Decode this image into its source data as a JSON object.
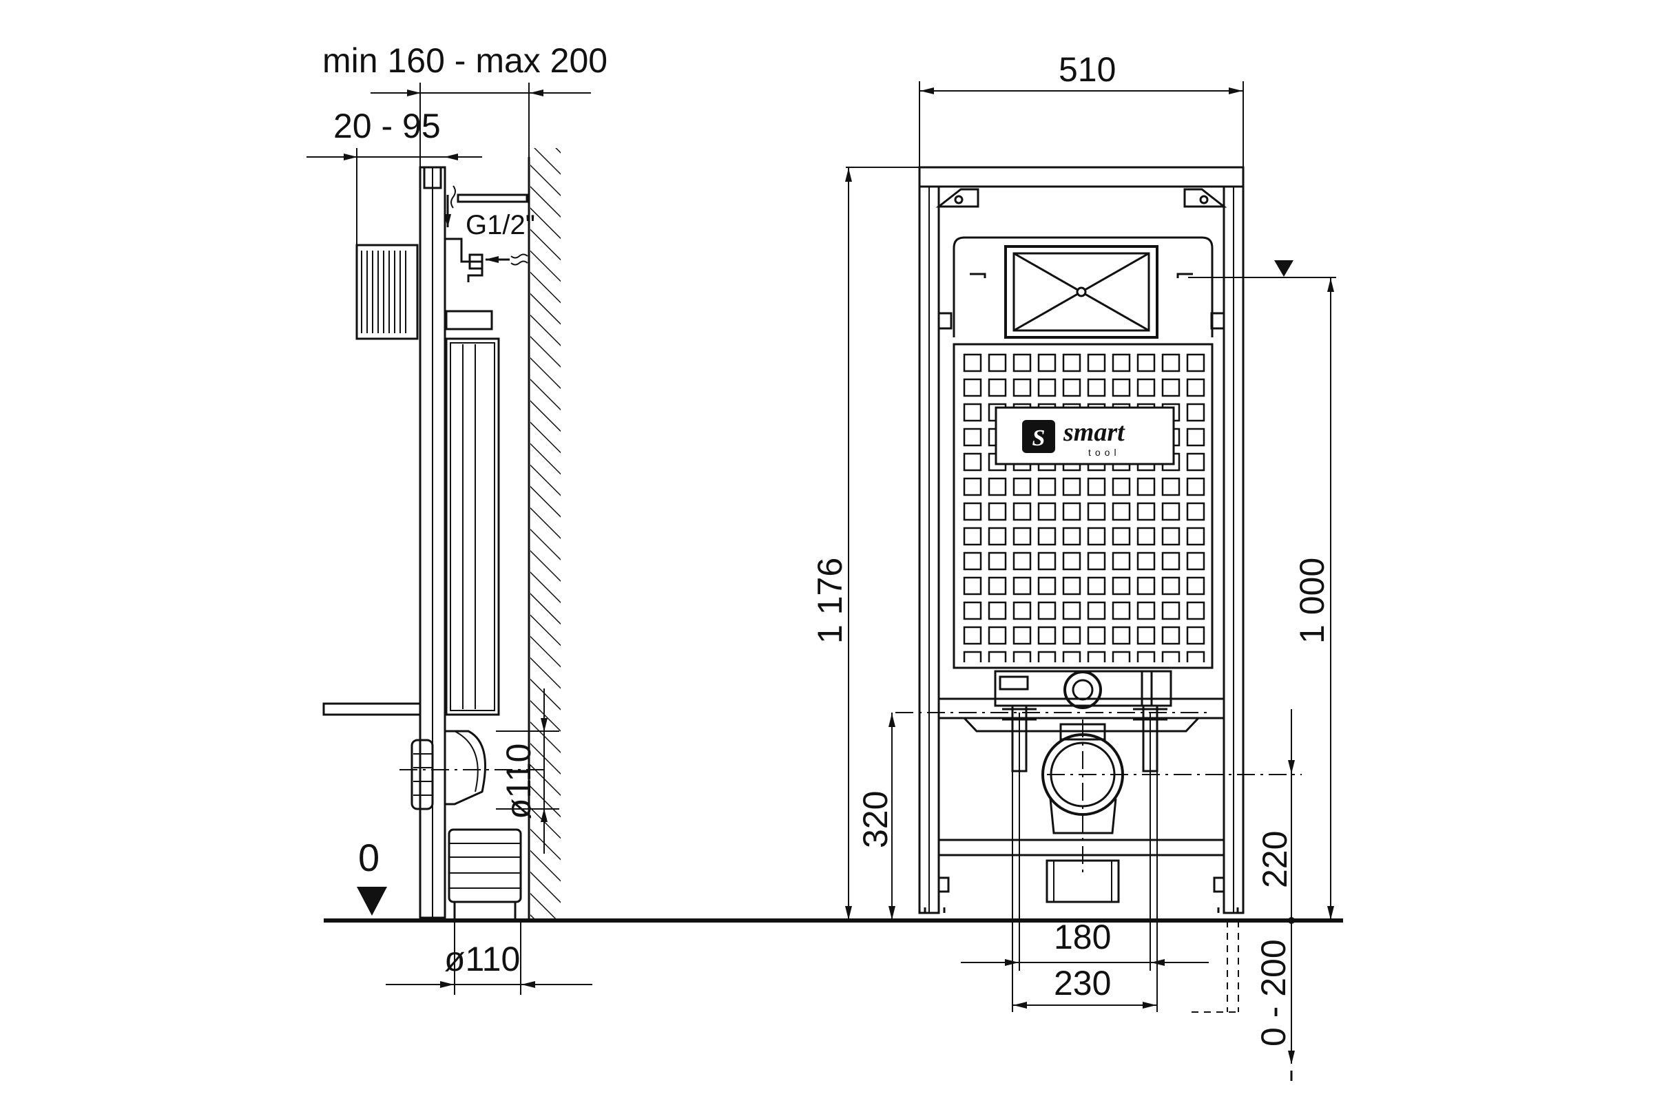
{
  "side_view": {
    "wall_thickness": "min 160 - max 200",
    "depth_adjust": "20 - 95",
    "water_connection": "G1/2\"",
    "drain_vertical": "ø110",
    "drain_bottom": "ø110",
    "floor_level": "0"
  },
  "front_view": {
    "width": "510",
    "total_height": "1 176",
    "button_height": "1 000",
    "drain_height": "320",
    "outlet_height": "220",
    "stud_spacing_inner": "180",
    "stud_spacing_outer": "230",
    "floor_offset": "0 - 200",
    "brand_name": "smart",
    "brand_sub": "tool"
  }
}
